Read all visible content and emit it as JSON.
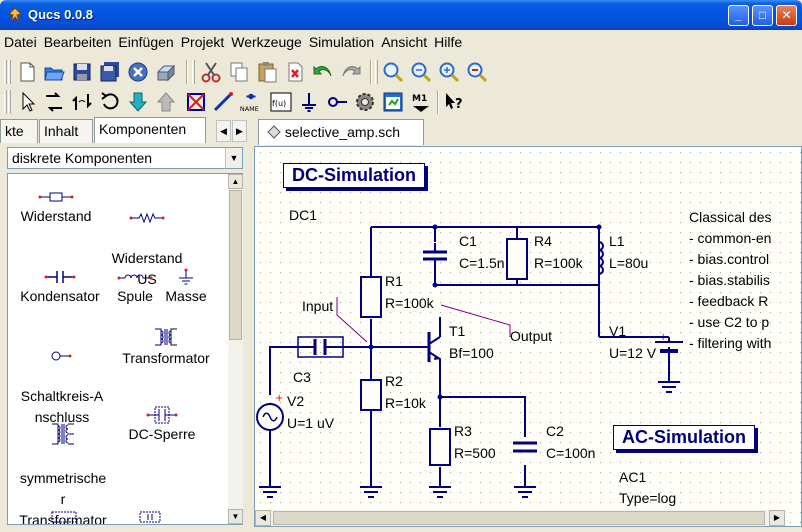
{
  "window": {
    "title": "Qucs 0.0.8",
    "minimize": "_",
    "maximize": "□",
    "close": "✕"
  },
  "menu": [
    "Datei",
    "Bearbeiten",
    "Einfügen",
    "Projekt",
    "Werkzeuge",
    "Simulation",
    "Ansicht",
    "Hilfe"
  ],
  "toolbar1": [
    "new-document-icon",
    "open-icon",
    "save-icon",
    "save-all-icon",
    "close-document-icon",
    "print-icon",
    "cut-icon",
    "copy-icon",
    "paste-icon",
    "delete-icon",
    "undo-icon",
    "redo-icon",
    "zoom-in-icon",
    "zoom-fit-icon",
    "zoom-plus-icon",
    "zoom-minus-icon"
  ],
  "toolbar2": [
    "select-icon",
    "mirror-x-icon",
    "mirror-y-icon",
    "rotate-icon",
    "activate-icon",
    "move-up-icon",
    "insert-ground-subcircuit-icon",
    "wire-icon",
    "wire-label-icon",
    "equation-icon",
    "ground-icon",
    "port-icon",
    "simulate-icon",
    "view-data-icon",
    "marker-icon",
    "whats-this-icon"
  ],
  "toolbar2_labels": {
    "wire_label": "NAME",
    "equation": "f(u)",
    "marker": "M1"
  },
  "panel": {
    "tabs": [
      "kte",
      "Inhalt",
      "Komponenten"
    ],
    "active_tab": "Komponenten",
    "category": "diskrete Komponenten"
  },
  "components": [
    {
      "label": "Widerstand"
    },
    {
      "label": "Widerstand\nUS"
    },
    {
      "label": "Kondensator"
    },
    {
      "label": "Spule"
    },
    {
      "label": "Masse"
    },
    {
      "label": "Schaltkreis-A\nnschluss"
    },
    {
      "label": "Transformator"
    },
    {
      "label": "symmetrische\nr\nTransformator"
    },
    {
      "label": "DC-Sperre"
    }
  ],
  "document": {
    "tab": "selective_amp.sch"
  },
  "schematic": {
    "dc_sim": {
      "title": "DC-Simulation",
      "name": "DC1"
    },
    "ac_sim": {
      "title": "AC-Simulation",
      "name": "AC1",
      "type": "Type=log"
    },
    "parts": {
      "c1": {
        "name": "C1",
        "value": "C=1.5n"
      },
      "r4": {
        "name": "R4",
        "value": "R=100k"
      },
      "l1": {
        "name": "L1",
        "value": "L=80u"
      },
      "r1": {
        "name": "R1",
        "value": "R=100k"
      },
      "t1": {
        "name": "T1",
        "value": "Bf=100"
      },
      "v1": {
        "name": "V1",
        "value": "U=12 V"
      },
      "c3": {
        "name": "C3"
      },
      "v2": {
        "name": "V2",
        "value": "U=1 uV"
      },
      "r2": {
        "name": "R2",
        "value": "R=10k"
      },
      "r3": {
        "name": "R3",
        "value": "R=500"
      },
      "c2": {
        "name": "C2",
        "value": "C=100n"
      }
    },
    "nodes": {
      "input": "Input",
      "output": "Output"
    },
    "notes": [
      "Classical des",
      "- common-en",
      "- bias.control",
      "- bias.stabilis",
      "- feedback R",
      "- use C2 to p",
      "- filtering with"
    ]
  },
  "colors": {
    "wire": "#00007f",
    "component": "#00007f",
    "grid": "#a0a0a0",
    "node_label": "#7f007f",
    "title_bar": "#0054e3"
  }
}
